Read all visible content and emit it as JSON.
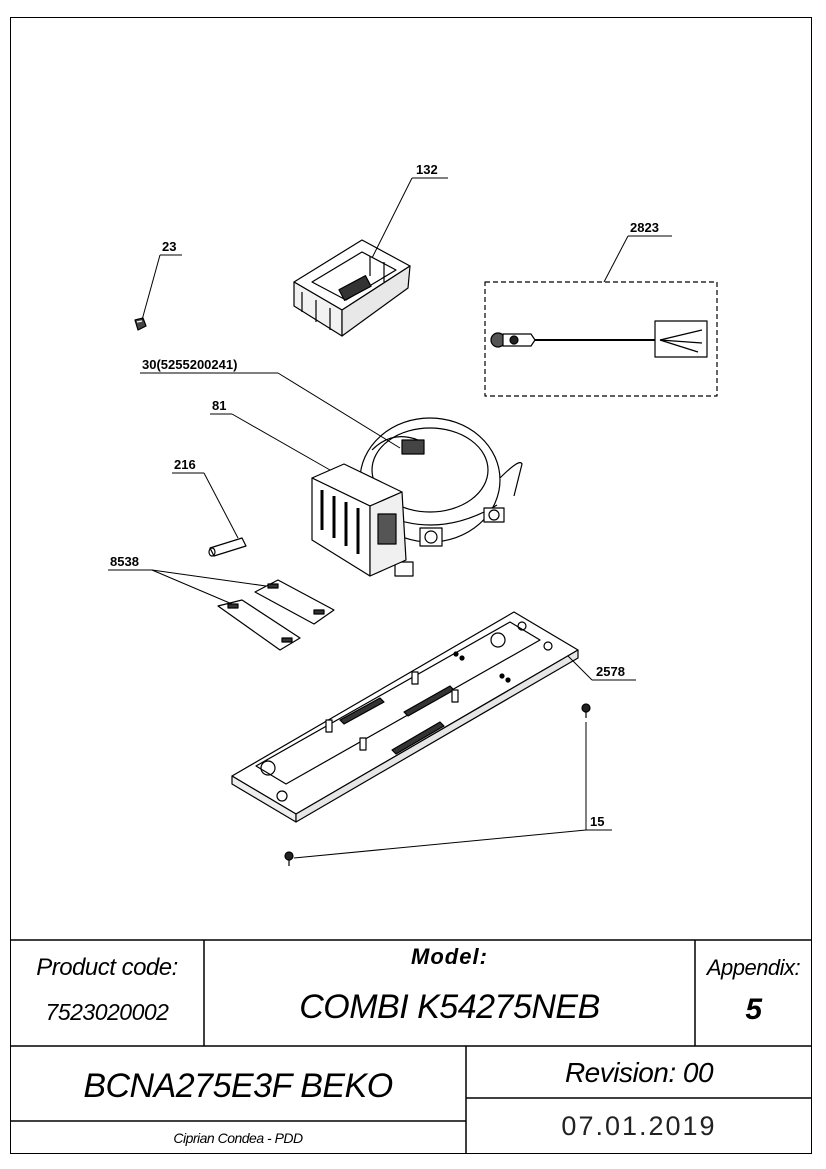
{
  "callouts": [
    {
      "id": "132",
      "label": "132"
    },
    {
      "id": "23",
      "label": "23"
    },
    {
      "id": "2823",
      "label": "2823"
    },
    {
      "id": "30",
      "label": "30(5255200241)"
    },
    {
      "id": "81",
      "label": "81"
    },
    {
      "id": "216",
      "label": "216"
    },
    {
      "id": "8538",
      "label": "8538"
    },
    {
      "id": "2578",
      "label": "2578"
    },
    {
      "id": "15",
      "label": "15"
    }
  ],
  "title_block": {
    "product_code_label": "Product code:",
    "product_code": "7523020002",
    "model_label": "Model:",
    "model": "COMBI K54275NEB",
    "appendix_label": "Appendix:",
    "appendix": "5",
    "product_name": "BCNA275E3F BEKO",
    "revision": "Revision: 00",
    "date": "07.01.2019",
    "author": "Ciprian Condea - PDD"
  }
}
